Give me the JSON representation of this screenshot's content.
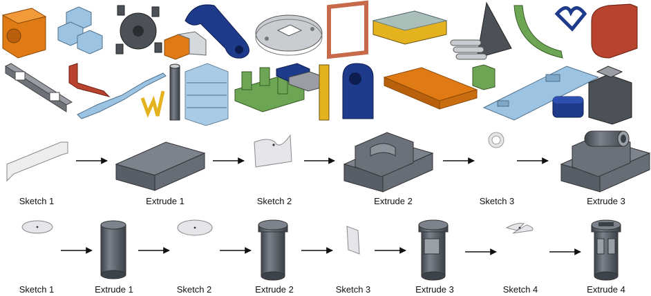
{
  "gallery": {
    "item_count": 30
  },
  "sequence_1": {
    "labels": [
      "Sketch 1",
      "Extrude 1",
      "Sketch 2",
      "Extrude 2",
      "Sketch 3",
      "Extrude 3"
    ]
  },
  "sequence_2": {
    "labels": [
      "Sketch 1",
      "Extrude 1",
      "Sketch 2",
      "Extrude 2",
      "Sketch 3",
      "Extrude 3",
      "Sketch 4",
      "Extrude 4"
    ]
  },
  "colors": {
    "orange": "#e07a14",
    "light_blue": "#9cc3e2",
    "dark_gray": "#4c5158",
    "navy": "#1e3a8a",
    "light_gray": "#c9ccd0",
    "copper": "#c66a4a",
    "gold": "#e3b21e",
    "green": "#6ca654",
    "rust": "#b8432f",
    "sketch_fill": "#e4e6e9",
    "body_gray": "#5f6670",
    "arrow": "#111111"
  }
}
